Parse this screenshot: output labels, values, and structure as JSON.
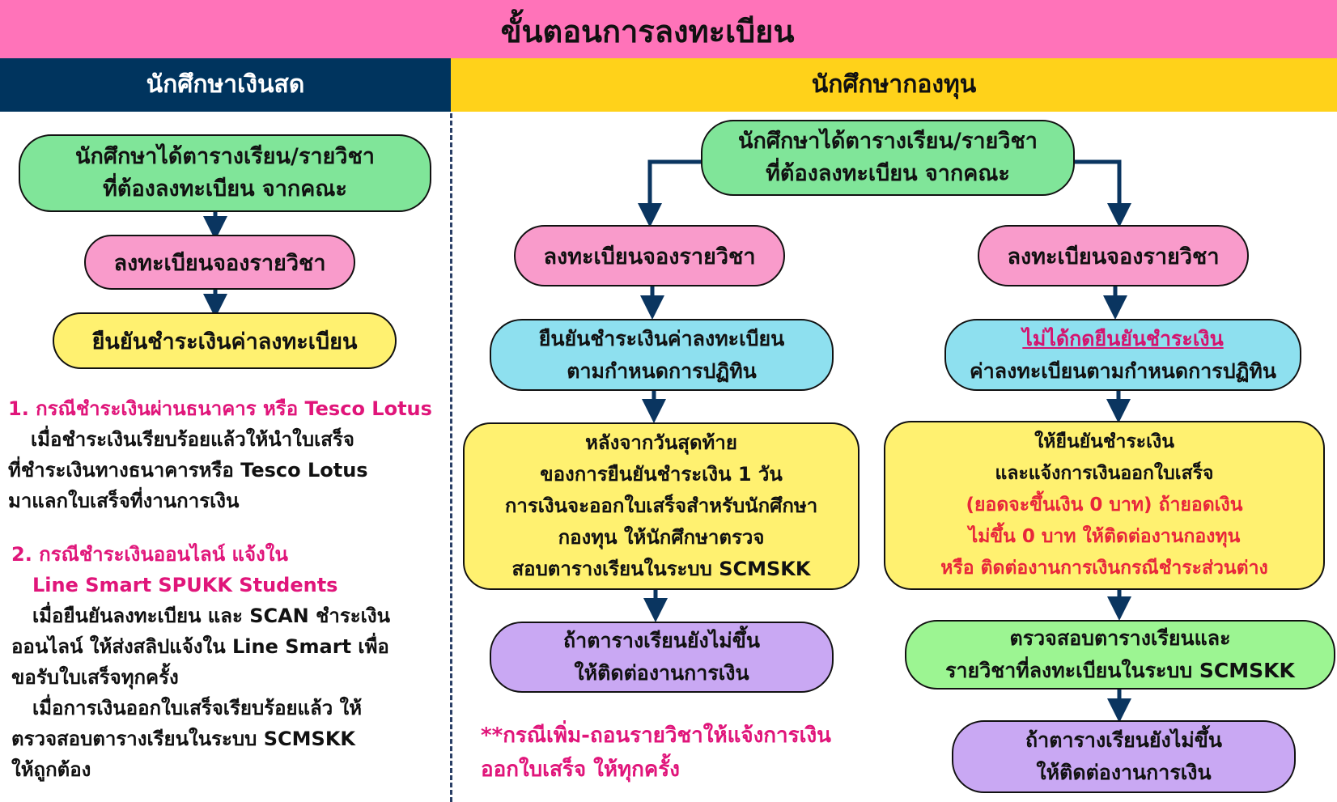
{
  "title": "ขั้นตอนการลงทะเบียน",
  "columns": {
    "cash": {
      "header": "นักศึกษาเงินสด",
      "step1": [
        "นักศึกษาได้ตารางเรียน/รายวิชา",
        "ที่ต้องลงทะเบียน จากคณะ"
      ],
      "step2": "ลงทะเบียนจองรายวิชา",
      "step3": "ยืนยันชำระเงินค่าลงทะเบียน",
      "note1": {
        "heading": "1. กรณีชำระเงินผ่านธนาคาร หรือ Tesco Lotus",
        "lines": [
          "เมื่อชำระเงินเรียบร้อยแล้วให้นำใบเสร็จ",
          "ที่ชำระเงินทางธนาคารหรือ Tesco Lotus",
          "มาแลกใบเสร็จที่งานการเงิน"
        ]
      },
      "note2": {
        "heading1": "2. กรณีชำระเงินออนไลน์ แจ้งใน",
        "heading2": "Line Smart SPUKK Students",
        "lines": [
          "เมื่อยืนยันลงทะเบียน และ SCAN ชำระเงิน",
          "ออนไลน์ ให้ส่งสลิปแจ้งใน Line Smart เพื่อ",
          "ขอรับใบเสร็จทุกครั้ง",
          "เมื่อการเงินออกใบเสร็จเรียบร้อยแล้ว ให้",
          "ตรวจสอบตารางเรียนในระบบ SCMSKK",
          "ให้ถูกต้อง"
        ]
      }
    },
    "fund": {
      "header": "นักศึกษากองทุน",
      "top": [
        "นักศึกษาได้ตารางเรียน/รายวิชา",
        "ที่ต้องลงทะเบียน จากคณะ"
      ],
      "left": {
        "reserve": "ลงทะเบียนจองรายวิชา",
        "confirm": [
          "ยืนยันชำระเงินค่าลงทะเบียน",
          "ตามกำหนดการปฏิทิน"
        ],
        "after": [
          "หลังจากวันสุดท้าย",
          "ของการยืนยันชำระเงิน 1 วัน",
          "การเงินจะออกใบเสร็จสำหรับนักศึกษา",
          "กองทุน  ให้นักศึกษาตรวจ",
          "สอบตารางเรียนในระบบ SCMSKK"
        ],
        "contact": [
          "ถ้าตารางเรียนยังไม่ขึ้น",
          "ให้ติดต่องานการเงิน"
        ]
      },
      "right": {
        "reserve": "ลงทะเบียนจองรายวิชา",
        "notconfirm_u": "ไม่ได้กดยืนยันชำระเงิน",
        "notconfirm_2": "ค่าลงทะเบียนตามกำหนดการปฏิทิน",
        "confirm_black": [
          "ให้ยืนยันชำระเงิน",
          "และแจ้งการเงินออกใบเสร็จ"
        ],
        "confirm_red": [
          "(ยอดจะขึ้นเงิน 0 บาท) ถ้ายอดเงิน",
          "ไม่ขึ้น 0 บาท ให้ติดต่องานกองทุน",
          "หรือ ติดต่องานการเงินกรณีชำระส่วนต่าง"
        ],
        "check": [
          "ตรวจสอบตารางเรียนและ",
          "รายวิชาที่ลงทะเบียนในระบบ SCMSKK"
        ],
        "contact": [
          "ถ้าตารางเรียนยังไม่ขึ้น",
          "ให้ติดต่องานการเงิน"
        ]
      },
      "bottom_note": [
        "**กรณีเพิ่ม-ถอนรายวิชาให้แจ้งการเงิน",
        "ออกใบเสร็จ ให้ทุกครั้ง"
      ]
    }
  },
  "colors": {
    "title_bg": "#ff73b9",
    "cash_header_bg": "#00345e",
    "fund_header_bg": "#ffd21a",
    "arrow": "#0a3560"
  }
}
